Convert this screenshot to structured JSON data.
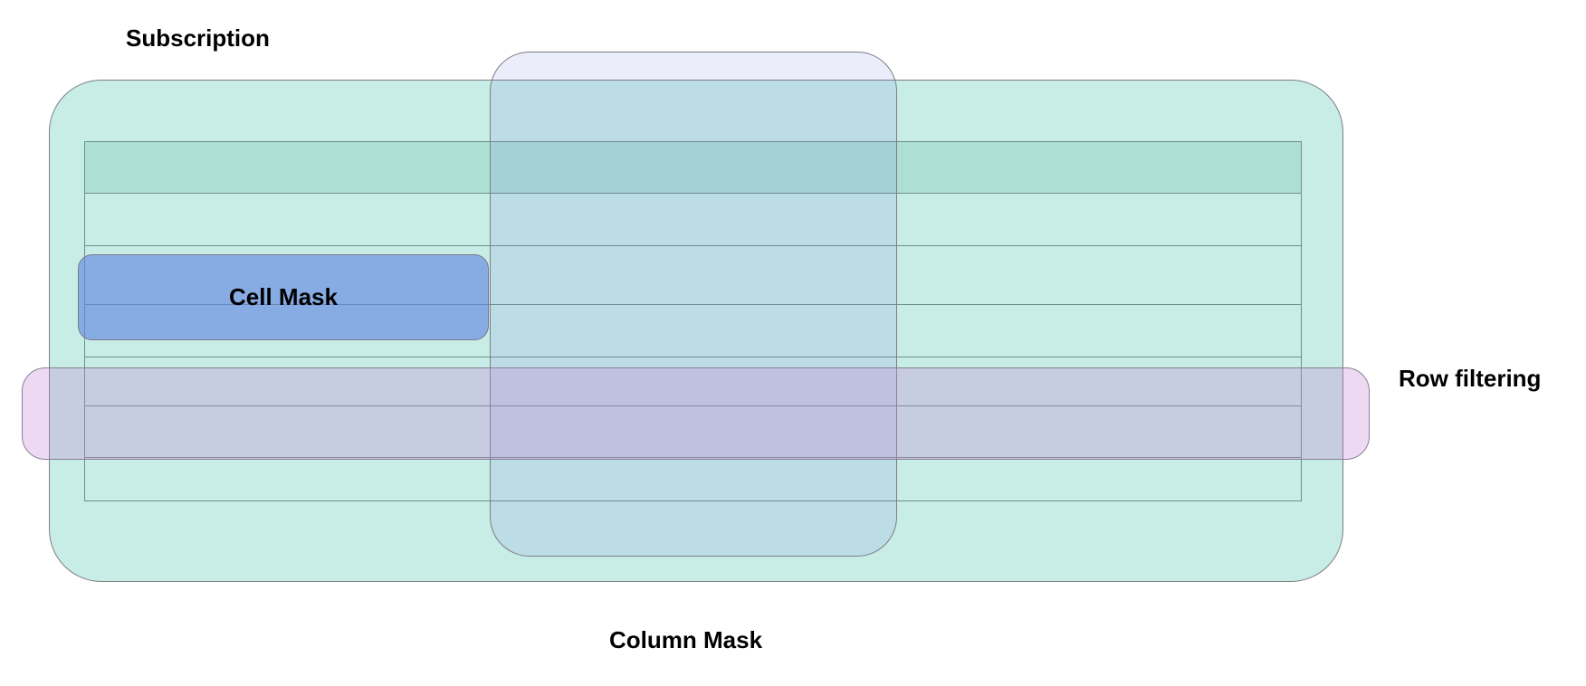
{
  "diagram": {
    "title": "Data masking layers over a subscription table",
    "labels": {
      "subscription": "Subscription",
      "row_filtering": "Row filtering",
      "column_mask": "Column Mask",
      "cell_mask": "Cell Mask"
    },
    "colors": {
      "subscription_fill": "#a6e2d6",
      "subscription_stroke": "#7d7d86",
      "table_stroke": "#6e8f86",
      "table_header_fill": "#78c4b2",
      "column_mask_fill": "#7882e6",
      "column_mask_stroke": "#7d7d86",
      "row_filter_fill": "#c484d4",
      "row_filter_stroke": "#8b7d96",
      "cell_mask_fill": "#6084e2",
      "cell_mask_stroke": "#7a7a86",
      "text": "#000000",
      "background": "#ffffff"
    },
    "table": {
      "row_count": 7,
      "rows": [
        {
          "kind": "header",
          "label": ""
        },
        {
          "kind": "data",
          "label": ""
        },
        {
          "kind": "data",
          "label": ""
        },
        {
          "kind": "data",
          "label": ""
        },
        {
          "kind": "data",
          "label": ""
        },
        {
          "kind": "data",
          "label": ""
        },
        {
          "kind": "data",
          "label": ""
        }
      ]
    }
  }
}
